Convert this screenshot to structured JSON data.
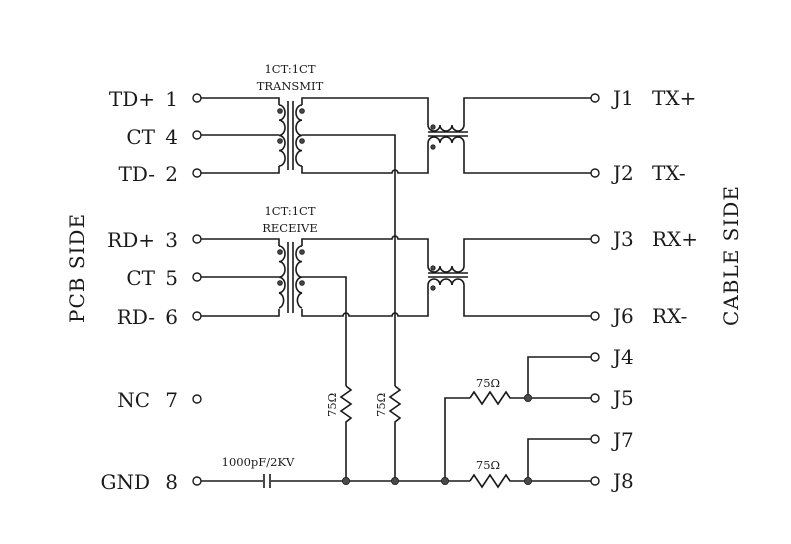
{
  "pcb_side_label": "PCB SIDE",
  "cable_side_label": "CABLE SIDE",
  "pcb_pins": [
    {
      "name": "TD+",
      "num": "1"
    },
    {
      "name": "CT",
      "num": "4"
    },
    {
      "name": "TD-",
      "num": "2"
    },
    {
      "name": "RD+",
      "num": "3"
    },
    {
      "name": "CT",
      "num": "5"
    },
    {
      "name": "RD-",
      "num": "6"
    },
    {
      "name": "NC",
      "num": "7"
    },
    {
      "name": "GND",
      "num": "8"
    }
  ],
  "cable_pins": [
    {
      "name": "J1",
      "signal": "TX+"
    },
    {
      "name": "J2",
      "signal": "TX-"
    },
    {
      "name": "J3",
      "signal": "RX+"
    },
    {
      "name": "J6",
      "signal": "RX-"
    },
    {
      "name": "J4",
      "signal": ""
    },
    {
      "name": "J5",
      "signal": ""
    },
    {
      "name": "J7",
      "signal": ""
    },
    {
      "name": "J8",
      "signal": ""
    }
  ],
  "transformers": {
    "transmit": {
      "ratio": "1CT:1CT",
      "label": "TRANSMIT"
    },
    "receive": {
      "ratio": "1CT:1CT",
      "label": "RECEIVE"
    }
  },
  "components": {
    "capacitor": "1000pF/2KV",
    "r1": "75Ω",
    "r2": "75Ω",
    "r3": "75Ω",
    "r4": "75Ω"
  }
}
